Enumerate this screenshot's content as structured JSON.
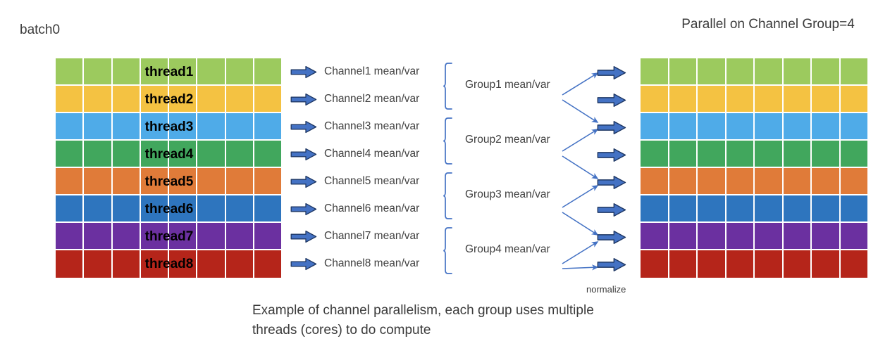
{
  "labels": {
    "batch": "batch0",
    "right_title": "Parallel on Channel Group=4",
    "normalize": "normalize",
    "caption": "Example of channel parallelism, each group uses multiple threads (cores) to do compute"
  },
  "colors": {
    "row1": "#9CCA5E",
    "row2": "#F4C242",
    "row3": "#4FABE8",
    "row4": "#41A75D",
    "row5": "#E07B39",
    "row6": "#2E75BE",
    "row7": "#6B30A0",
    "row8": "#B5251A",
    "arrow_fill": "#4472C4",
    "arrow_stroke": "#1F3864",
    "brace": "#4472C4",
    "thin_arrow": "#4472C4",
    "grid_gap": "#FFFFFF",
    "text": "#404040"
  },
  "left_grid": {
    "columns": 8,
    "rows": [
      {
        "label": "thread1",
        "color_key": "row1"
      },
      {
        "label": "thread2",
        "color_key": "row2"
      },
      {
        "label": "thread3",
        "color_key": "row3"
      },
      {
        "label": "thread4",
        "color_key": "row4"
      },
      {
        "label": "thread5",
        "color_key": "row5"
      },
      {
        "label": "thread6",
        "color_key": "row6"
      },
      {
        "label": "thread7",
        "color_key": "row7"
      },
      {
        "label": "thread8",
        "color_key": "row8"
      }
    ]
  },
  "right_grid": {
    "columns": 8,
    "rows": [
      {
        "label": "",
        "color_key": "row1"
      },
      {
        "label": "",
        "color_key": "row2"
      },
      {
        "label": "",
        "color_key": "row3"
      },
      {
        "label": "",
        "color_key": "row4"
      },
      {
        "label": "",
        "color_key": "row5"
      },
      {
        "label": "",
        "color_key": "row6"
      },
      {
        "label": "",
        "color_key": "row7"
      },
      {
        "label": "",
        "color_key": "row8"
      }
    ]
  },
  "channels": [
    {
      "text": "Channel1 mean/var",
      "icon": "right-block-arrow-icon"
    },
    {
      "text": "Channel2 mean/var",
      "icon": "right-block-arrow-icon"
    },
    {
      "text": "Channel3 mean/var",
      "icon": "right-block-arrow-icon"
    },
    {
      "text": "Channel4 mean/var",
      "icon": "right-block-arrow-icon"
    },
    {
      "text": "Channel5 mean/var",
      "icon": "right-block-arrow-icon"
    },
    {
      "text": "Channel6 mean/var",
      "icon": "right-block-arrow-icon"
    },
    {
      "text": "Channel7 mean/var",
      "icon": "right-block-arrow-icon"
    },
    {
      "text": "Channel8 mean/var",
      "icon": "right-block-arrow-icon"
    }
  ],
  "groups": [
    {
      "text": "Group1 mean/var",
      "members": [
        "Channel1 mean/var",
        "Channel2 mean/var"
      ]
    },
    {
      "text": "Group2 mean/var",
      "members": [
        "Channel3 mean/var",
        "Channel4 mean/var"
      ]
    },
    {
      "text": "Group3 mean/var",
      "members": [
        "Channel5 mean/var",
        "Channel6 mean/var"
      ]
    },
    {
      "text": "Group4 mean/var",
      "members": [
        "Channel7 mean/var",
        "Channel8 mean/var"
      ]
    }
  ],
  "normalize_arrows": {
    "count": 8,
    "icon": "right-block-arrow-icon"
  }
}
